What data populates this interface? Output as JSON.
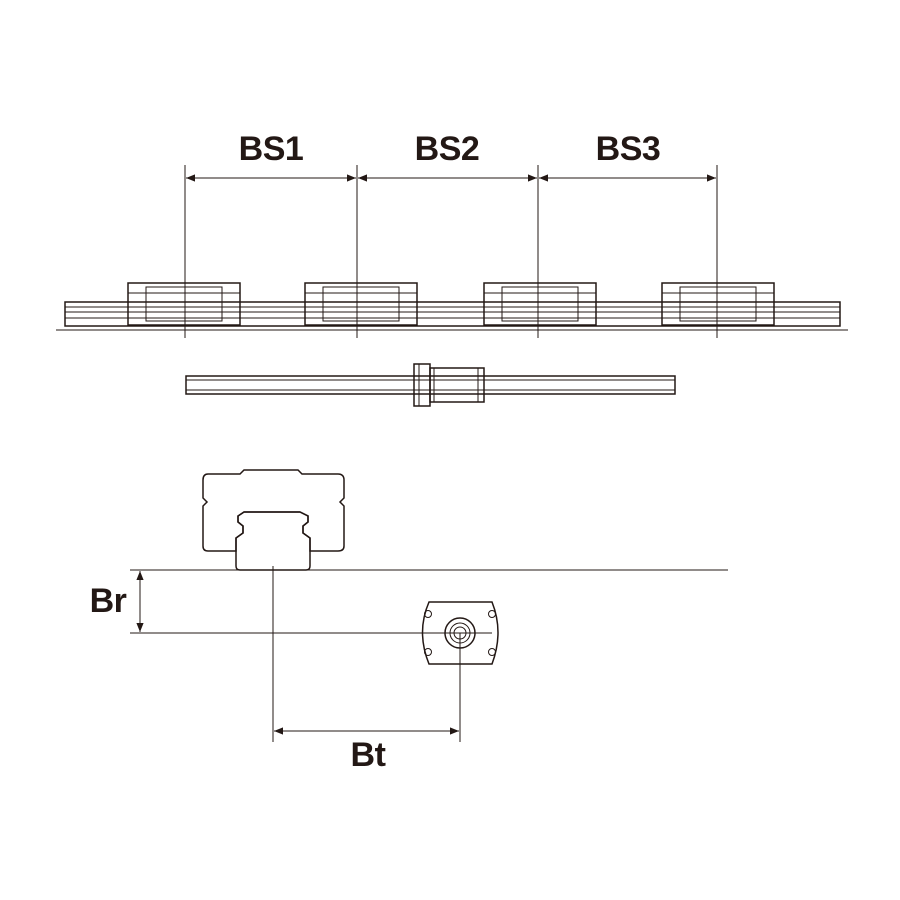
{
  "labels": {
    "bs1": "BS1",
    "bs2": "BS2",
    "bs3": "BS3",
    "br": "Br",
    "bt": "Bt"
  },
  "colors": {
    "line": "#231815",
    "background": "#ffffff"
  }
}
